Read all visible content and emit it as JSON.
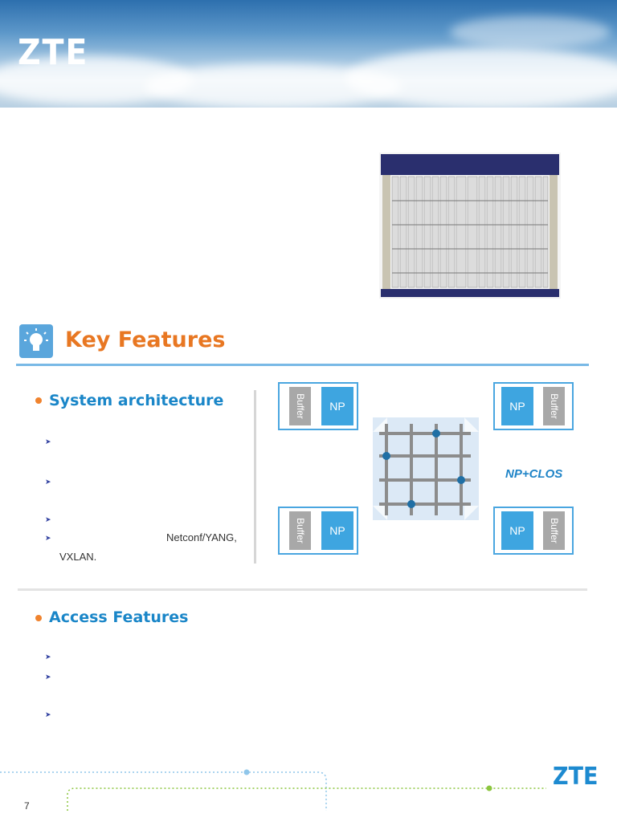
{
  "header": {
    "logo": "ZTE"
  },
  "key_features": {
    "title": "Key Features",
    "icon": "lightbulb-icon"
  },
  "system_architecture": {
    "heading": "System architecture",
    "last_bullet_right": "Netconf/YANG,",
    "last_bullet_cont": "VXLAN."
  },
  "diagram": {
    "buffer_label": "Buffer",
    "np_label": "NP",
    "clos_label": "NP+CLOS"
  },
  "access_features": {
    "heading": "Access Features"
  },
  "footer": {
    "page_number": "7",
    "logo": "ZTE"
  },
  "colors": {
    "accent_orange": "#e87722",
    "accent_blue": "#1a86c8",
    "np_blue": "#3ea5e0",
    "buffer_gray": "#a8a8a8"
  }
}
